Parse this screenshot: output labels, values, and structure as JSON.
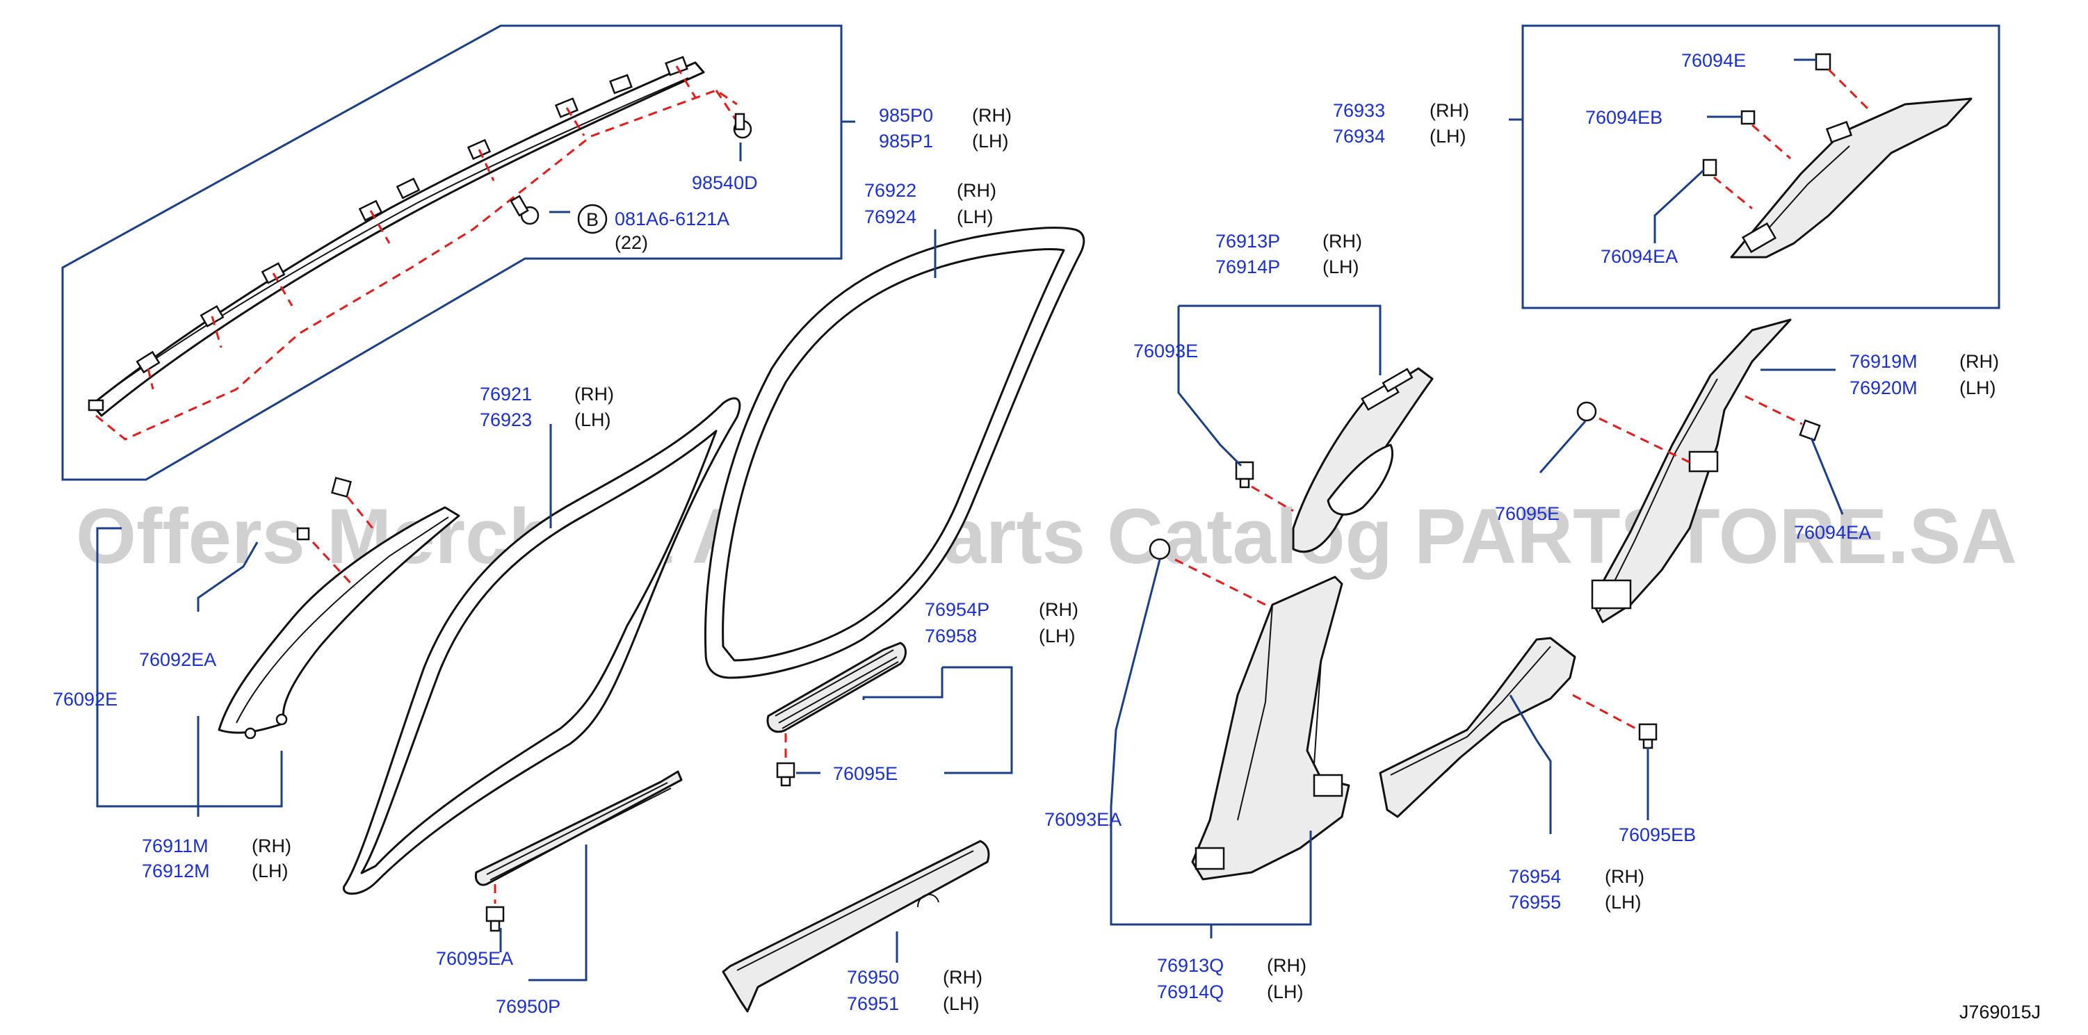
{
  "diagram": {
    "ref_code": "J769015J",
    "watermark": "Offers Merchant Auto Parts Catalog PARTSTORE.SA",
    "colors": {
      "part_number": "#1a2fd0",
      "side_text": "#111111",
      "leader": "#1b3f86",
      "dashed_guide": "#e31b1b",
      "watermark": "#c8c8c8"
    },
    "callouts": {
      "airbag_rh": {
        "part": "985P0",
        "side": "(RH)"
      },
      "airbag_lh": {
        "part": "985P1",
        "side": "(LH)"
      },
      "airbag_bolt": {
        "part": "98540D"
      },
      "bolt_b": {
        "letter": "B",
        "part": "081A6-6121A",
        "qty": "(22)"
      },
      "weatherstrip_front_rh": {
        "part": "76921",
        "side": "(RH)"
      },
      "weatherstrip_front_lh": {
        "part": "76923",
        "side": "(LH)"
      },
      "weatherstrip_rear_rh": {
        "part": "76922",
        "side": "(RH)"
      },
      "weatherstrip_rear_lh": {
        "part": "76924",
        "side": "(LH)"
      },
      "clip_76092ea": {
        "part": "76092EA"
      },
      "clip_76092e": {
        "part": "76092E"
      },
      "a_pillar_rh": {
        "part": "76911M",
        "side": "(RH)"
      },
      "a_pillar_lh": {
        "part": "76912M",
        "side": "(LH)"
      },
      "clip_76095ea": {
        "part": "76095EA"
      },
      "sill_front_finisher": {
        "part": "76950P"
      },
      "sill_rh": {
        "part": "76950",
        "side": "(RH)"
      },
      "sill_lh": {
        "part": "76951",
        "side": "(LH)"
      },
      "kick_rh": {
        "part": "76954P",
        "side": "(RH)"
      },
      "kick_lh": {
        "part": "76958",
        "side": "(LH)"
      },
      "clip_76095e": {
        "part": "76095E"
      },
      "b_upper_rh": {
        "part": "76913P",
        "side": "(RH)"
      },
      "b_upper_lh": {
        "part": "76914P",
        "side": "(LH)"
      },
      "clip_76093e": {
        "part": "76093E"
      },
      "clip_76093ea": {
        "part": "76093EA"
      },
      "b_lower_rh": {
        "part": "76913Q",
        "side": "(RH)"
      },
      "b_lower_lh": {
        "part": "76914Q",
        "side": "(LH)"
      },
      "c_pillar_rh": {
        "part": "76933",
        "side": "(RH)"
      },
      "c_pillar_lh": {
        "part": "76934",
        "side": "(LH)"
      },
      "clip_76094e": {
        "part": "76094E"
      },
      "clip_76094eb": {
        "part": "76094EB"
      },
      "clip_76094ea": {
        "part": "76094EA"
      },
      "d_pillar_rh": {
        "part": "76919M",
        "side": "(RH)"
      },
      "d_pillar_lh": {
        "part": "76920M",
        "side": "(LH)"
      },
      "clip_76095e_right": {
        "part": "76095E"
      },
      "clip_76094ea_right": {
        "part": "76094EA"
      },
      "rear_kick_rh": {
        "part": "76954",
        "side": "(RH)"
      },
      "rear_kick_lh": {
        "part": "76955",
        "side": "(LH)"
      },
      "clip_76095eb": {
        "part": "76095EB"
      }
    }
  }
}
